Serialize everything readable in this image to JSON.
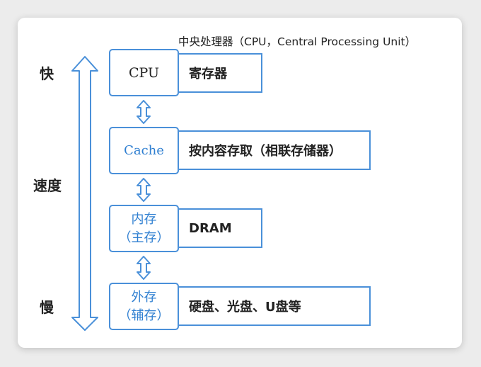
{
  "caption": "中央处理器（CPU，Central Processing Unit）",
  "speed_labels": {
    "fast": "快",
    "middle": "速度",
    "slow": "慢"
  },
  "levels": [
    {
      "name": "CPU",
      "desc": "寄存器"
    },
    {
      "name": "Cache",
      "desc": "按内容存取（相联存储器）"
    },
    {
      "name_line1": "内存",
      "name_line2": "（主存）",
      "desc": "DRAM"
    },
    {
      "name_line1": "外存",
      "name_line2": "（辅存）",
      "desc": "硬盘、光盘、U盘等"
    }
  ],
  "colors": {
    "accent": "#4a90d9",
    "text_blue": "#2f7fd1"
  }
}
